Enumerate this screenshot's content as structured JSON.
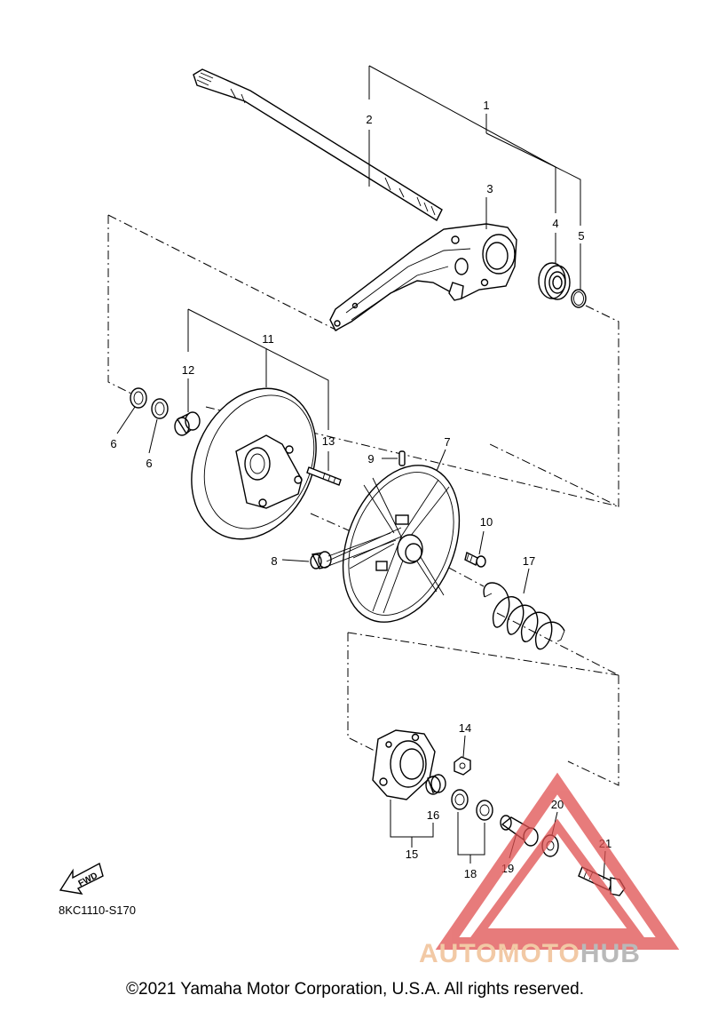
{
  "diagram": {
    "code": "8KC1110-S170",
    "fwd_label": "FWD",
    "copyright": "©2021 Yamaha Motor Corporation, U.S.A. All rights reserved.",
    "watermark": {
      "part_a": "AUTOMOTO",
      "part_b": "HUB",
      "color_a": "#f2c9a5",
      "color_b": "#b9b9b9",
      "triangle_color": "#e05050"
    },
    "callouts": [
      {
        "id": "1",
        "text": "1"
      },
      {
        "id": "2",
        "text": "2"
      },
      {
        "id": "3",
        "text": "3"
      },
      {
        "id": "4",
        "text": "4"
      },
      {
        "id": "5",
        "text": "5"
      },
      {
        "id": "6a",
        "text": "6"
      },
      {
        "id": "6b",
        "text": "6"
      },
      {
        "id": "7",
        "text": "7"
      },
      {
        "id": "8",
        "text": "8"
      },
      {
        "id": "9",
        "text": "9"
      },
      {
        "id": "10",
        "text": "10"
      },
      {
        "id": "11",
        "text": "11"
      },
      {
        "id": "12",
        "text": "12"
      },
      {
        "id": "13",
        "text": "13"
      },
      {
        "id": "14",
        "text": "14"
      },
      {
        "id": "15",
        "text": "15"
      },
      {
        "id": "16",
        "text": "16"
      },
      {
        "id": "17",
        "text": "17"
      },
      {
        "id": "18",
        "text": "18"
      },
      {
        "id": "19",
        "text": "19"
      },
      {
        "id": "20",
        "text": "20"
      },
      {
        "id": "21",
        "text": "21"
      }
    ]
  }
}
